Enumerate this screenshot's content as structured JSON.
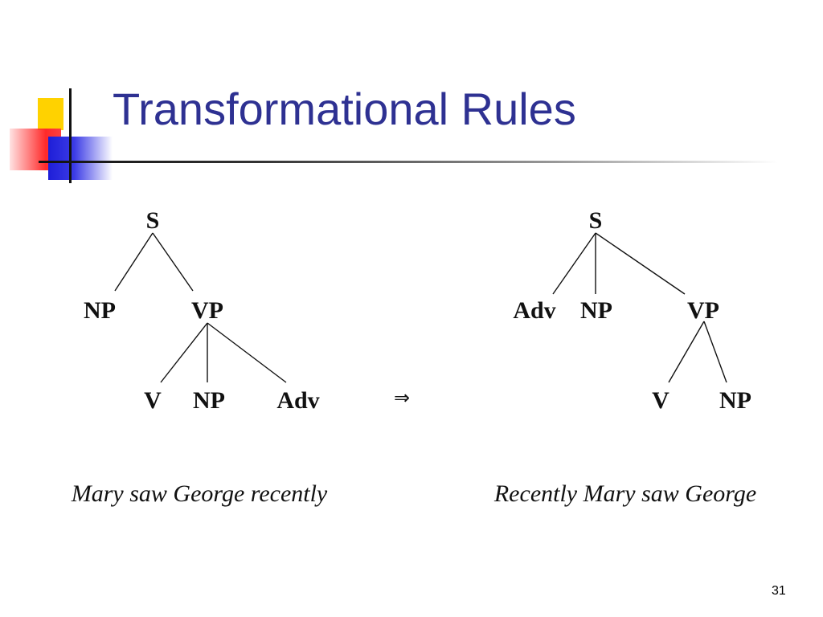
{
  "slide": {
    "title": "Transformational Rules",
    "page_number": "31"
  },
  "left_tree": {
    "s": "S",
    "np": "NP",
    "vp": "VP",
    "v": "V",
    "np2": "NP",
    "adv": "Adv",
    "sentence": "Mary saw George recently"
  },
  "arrow": "⇒",
  "right_tree": {
    "s": "S",
    "adv": "Adv",
    "np": "NP",
    "vp": "VP",
    "v": "V",
    "np2": "NP",
    "sentence": "Recently Mary saw George"
  },
  "colors": {
    "title": "#2e3192",
    "accent_yellow": "#ffd200",
    "accent_red": "#ff2a2a",
    "accent_blue": "#1e1ed8"
  }
}
